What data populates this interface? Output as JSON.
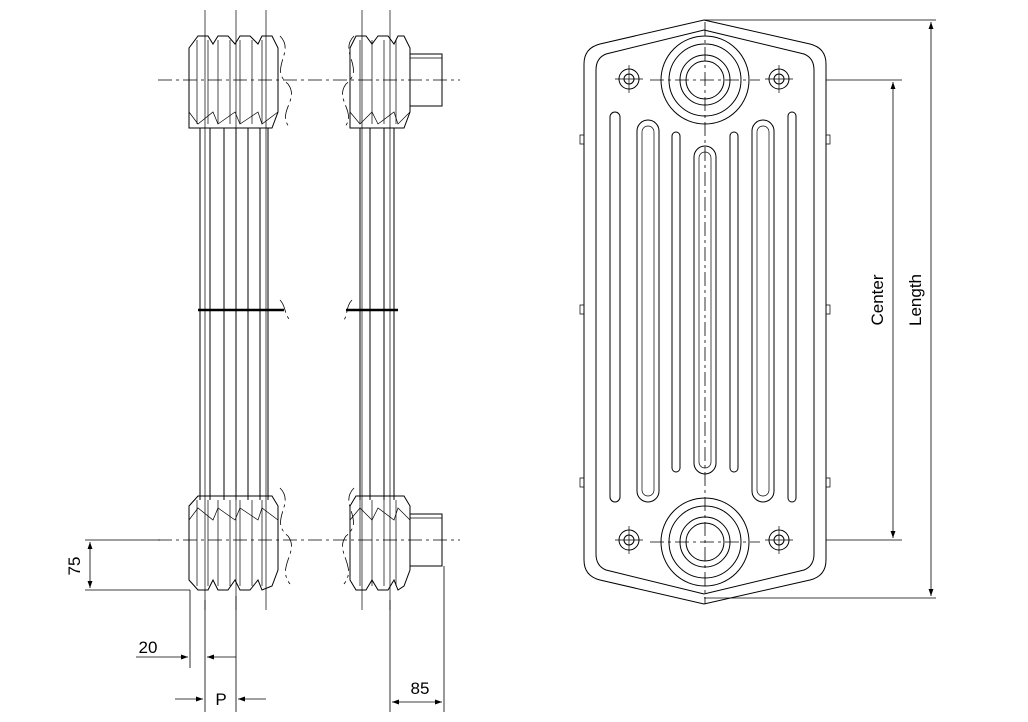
{
  "dimensions": {
    "height_offset": "75",
    "edge_offset": "20",
    "pitch": "P",
    "connection_depth": "85",
    "center": "Center",
    "length": "Length"
  }
}
